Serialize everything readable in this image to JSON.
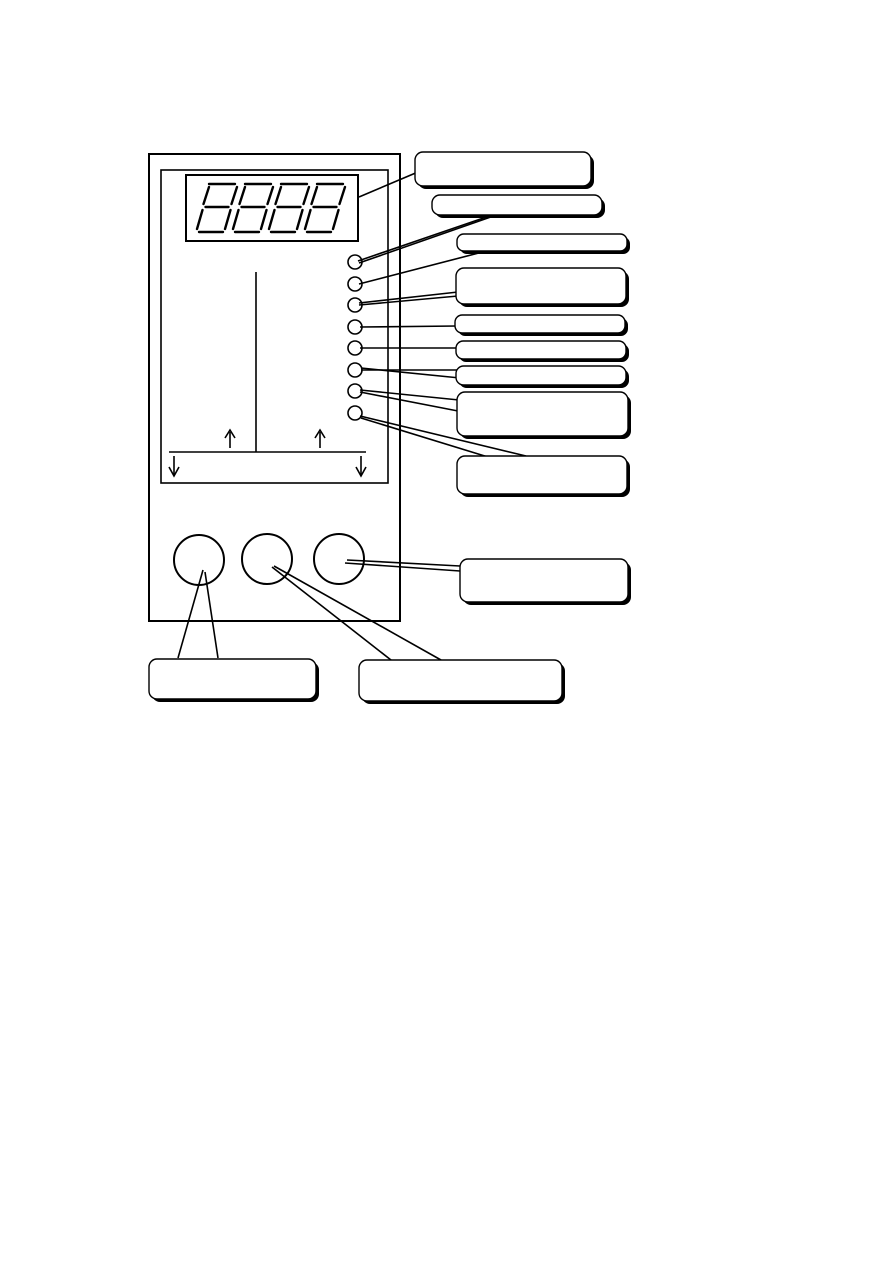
{
  "display": {
    "digit_count": 4,
    "digit_glyph": "8",
    "segment_style": "seven-segment-outline"
  },
  "indicators": {
    "led_count": 8
  },
  "buttons": {
    "count": 3
  },
  "callouts": {
    "count": 12,
    "text": ""
  },
  "colors": {
    "ink": "#000000",
    "background": "#ffffff",
    "callout_shadow": "#000000"
  }
}
